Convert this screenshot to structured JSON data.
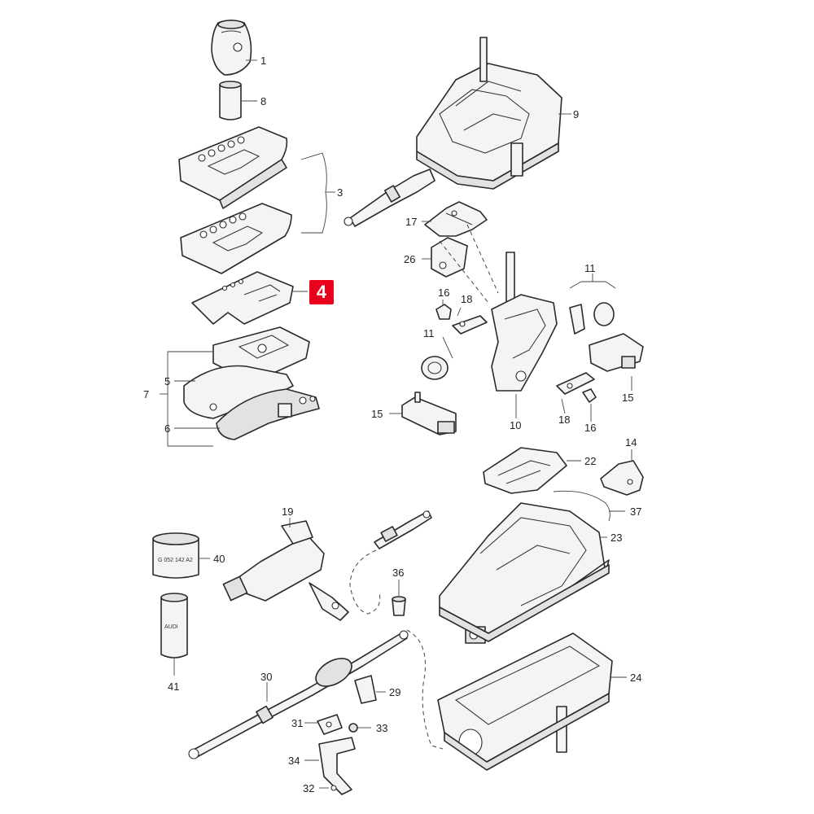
{
  "callouts": {
    "c1": "1",
    "c8": "8",
    "c3": "3",
    "c7": "7",
    "c5": "5",
    "c6": "6",
    "c9": "9",
    "c17": "17",
    "c26": "26",
    "c16a": "16",
    "c18a": "18",
    "c11a": "11",
    "c11b": "11",
    "c15a": "15",
    "c15b": "15",
    "c10": "10",
    "c18b": "18",
    "c16b": "16",
    "c22": "22",
    "c14": "14",
    "c37": "37",
    "c19": "19",
    "c40": "40",
    "c23": "23",
    "c36": "36",
    "c41": "41",
    "c30": "30",
    "c29": "29",
    "c24": "24",
    "c31": "31",
    "c33": "33",
    "c34": "34",
    "c32": "32"
  },
  "highlight": {
    "label": "4",
    "color": "#e8001c"
  },
  "part_markings": {
    "tube_40": "G 052 142 A2",
    "tube_41_badge": "AUDI"
  }
}
